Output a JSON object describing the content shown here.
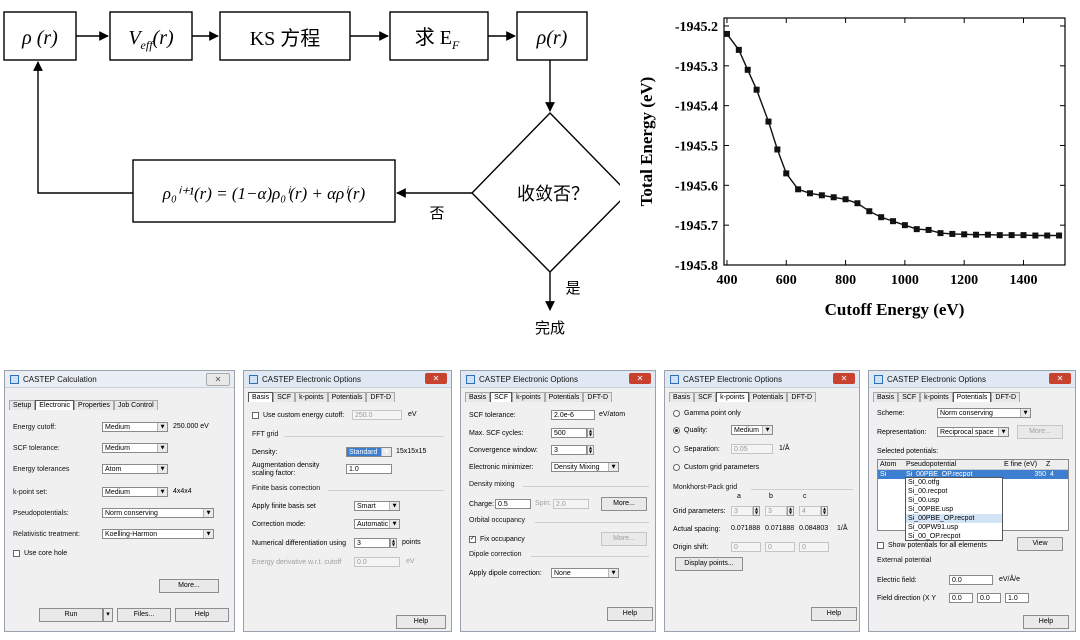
{
  "flowchart": {
    "box1": "ρ (r)",
    "box2_main": "V",
    "box2_sub": "eff",
    "box2_tail": "(r)",
    "box3": "KS 方程",
    "box4_prefix": "求 E",
    "box4_sub": "F",
    "box5": "ρ(r)",
    "decision": "收敛否？",
    "no_label": "否",
    "yes_label": "是",
    "end_label": "完成",
    "mixing_formula": "ρ₀ⁱ⁺¹(r) = (1−α)ρ₀ⁱ(r) + αρⁱ(r)"
  },
  "chart_data": {
    "type": "line",
    "xlabel": "Cutoff Energy (eV)",
    "ylabel": "Total Energy (eV)",
    "xlim": [
      390,
      1540
    ],
    "ylim": [
      -1945.8,
      -1945.18
    ],
    "xticks": [
      400,
      600,
      800,
      1000,
      1200,
      1400
    ],
    "yticks": [
      -1945.2,
      -1945.3,
      -1945.4,
      -1945.5,
      -1945.6,
      -1945.7,
      -1945.8
    ],
    "xtick_labels": [
      "400",
      "600",
      "800",
      "1000",
      "1200",
      "1400"
    ],
    "ytick_labels": [
      "-1945.2",
      "-1945.3",
      "-1945.4",
      "-1945.5",
      "-1945.6",
      "-1945.7",
      "-1945.8"
    ],
    "marker": "square",
    "color": "#111111",
    "x": [
      400,
      440,
      470,
      500,
      540,
      570,
      600,
      640,
      680,
      720,
      760,
      800,
      840,
      880,
      920,
      960,
      1000,
      1040,
      1080,
      1120,
      1160,
      1200,
      1240,
      1280,
      1320,
      1360,
      1400,
      1440,
      1480,
      1520
    ],
    "y": [
      -1945.22,
      -1945.26,
      -1945.31,
      -1945.36,
      -1945.44,
      -1945.51,
      -1945.57,
      -1945.61,
      -1945.62,
      -1945.625,
      -1945.63,
      -1945.635,
      -1945.645,
      -1945.665,
      -1945.68,
      -1945.69,
      -1945.7,
      -1945.71,
      -1945.712,
      -1945.72,
      -1945.722,
      -1945.723,
      -1945.724,
      -1945.724,
      -1945.725,
      -1945.725,
      -1945.725,
      -1945.726,
      -1945.726,
      -1945.726
    ]
  },
  "dialog1": {
    "title": "CASTEP Calculation",
    "tabs": [
      "Setup",
      "Electronic",
      "Properties",
      "Job Control"
    ],
    "energy_cutoff_label": "Energy cutoff:",
    "energy_cutoff_value": "Medium",
    "energy_cutoff_ev": "250.000 eV",
    "scf_label": "SCF tolerance:",
    "scf_value": "Medium",
    "energy_tol_label": "Energy tolerances",
    "energy_tol_value": "Atom",
    "kpoint_label": "k-point set:",
    "kpoint_value": "Medium",
    "kpoint_grid": "4x4x4",
    "pseudo_label": "Pseudopotentials:",
    "pseudo_value": "Norm conserving",
    "rel_label": "Relativistic treatment:",
    "rel_value": "Koelling-Harmon",
    "core_hole": "Use core hole",
    "more": "More...",
    "run": "Run",
    "files": "Files...",
    "help": "Help"
  },
  "dialog2": {
    "title": "CASTEP Electronic Options",
    "tabs": [
      "Basis",
      "SCF",
      "k-points",
      "Potentials",
      "DFT-D"
    ],
    "custom_cutoff": "Use custom energy cutoff:",
    "custom_cutoff_value": "250.0",
    "custom_cutoff_unit": "eV",
    "fft_grid": "FFT grid",
    "density_label": "Density:",
    "density_value": "Standard",
    "density_grid": "15x15x15",
    "aug_label": "Augmentation density scaling factor:",
    "aug_value": "1.0",
    "finite_basis": "Finite basis correction",
    "apply_label": "Apply finite basis set",
    "apply_value": "Smart",
    "corr_label": "Correction mode:",
    "corr_value": "Automatic",
    "numdiff_label": "Numerical differentiation using",
    "numdiff_value": "3",
    "numdiff_unit": "points",
    "deriv_label": "Energy derivative w.r.t. cutoff",
    "deriv_value": "0.0",
    "deriv_unit": "eV",
    "help": "Help"
  },
  "dialog3": {
    "title": "CASTEP Electronic Options",
    "tabs": [
      "Basis",
      "SCF",
      "k-points",
      "Potentials",
      "DFT-D"
    ],
    "scf_tol_label": "SCF tolerance:",
    "scf_tol_value": "2.0e-6",
    "scf_tol_unit": "eV/atom",
    "max_cycles_label": "Max. SCF cycles:",
    "max_cycles_value": "500",
    "conv_label": "Convergence window:",
    "conv_value": "3",
    "minimizer_label": "Electronic minimizer:",
    "minimizer_value": "Density Mixing",
    "density_mixing": "Density mixing",
    "charge_label": "Charge:",
    "charge_value": "0.5",
    "spin_label": "Spin:",
    "spin_value": "2.0",
    "more1": "More...",
    "orbital_occ": "Orbital occupancy",
    "fix_occ": "Fix occupancy",
    "more2": "More...",
    "dipole": "Dipole correction",
    "apply_dipole_label": "Apply dipole correction:",
    "apply_dipole_value": "None",
    "help": "Help"
  },
  "dialog4": {
    "title": "CASTEP Electronic Options",
    "tabs": [
      "Basis",
      "SCF",
      "k-points",
      "Potentials",
      "DFT-D"
    ],
    "gamma": "Gamma point only",
    "quality_label": "Quality:",
    "quality_value": "Medium",
    "sep_label": "Separation:",
    "sep_value": "0.05",
    "sep_unit": "1/Å",
    "custom": "Custom grid parameters",
    "mp_grid": "Monkhorst-Pack grid",
    "cols": [
      "a",
      "b",
      "c"
    ],
    "grid_label": "Grid parameters:",
    "grid_values": [
      "3",
      "3",
      "4"
    ],
    "spacing_label": "Actual spacing:",
    "spacing_values": [
      "0.071888",
      "0.071888",
      "0.084803"
    ],
    "spacing_unit": "1/Å",
    "origin_label": "Origin shift:",
    "origin_values": [
      "0",
      "0",
      "0"
    ],
    "display_points": "Display points...",
    "help": "Help"
  },
  "dialog5": {
    "title": "CASTEP Electronic Options",
    "tabs": [
      "Basis",
      "SCF",
      "k-points",
      "Potentials",
      "DFT-D"
    ],
    "scheme_label": "Scheme:",
    "scheme_value": "Norm conserving",
    "repr_label": "Representation:",
    "repr_value": "Reciprocal space",
    "more": "More...",
    "selected": "Selected potentials:",
    "table_headers": [
      "Atom",
      "Pseudopotential",
      "E fine (eV)",
      "Z"
    ],
    "row_atom": "Si",
    "row_pseudo": "Si_00PBE_OP.recpot",
    "row_efine": "350",
    "row_z": "4",
    "options": [
      "Si_00.otfg",
      "Si_00.recpot",
      "Si_00.usp",
      "Si_00PBE.usp",
      "Si_00PBE_OP.recpot",
      "Si_00PW91.usp",
      "Si_00_OP.recpot"
    ],
    "show_pot": "Show potentials for all elements",
    "view": "View",
    "external": "External potential",
    "efield_label": "Electric field:",
    "efield_value": "0.0",
    "efield_unit": "eV/Å/e",
    "fdir_label": "Field direction (X Y",
    "fdir_values": [
      "0.0",
      "0.0",
      "1.0"
    ],
    "help": "Help"
  }
}
